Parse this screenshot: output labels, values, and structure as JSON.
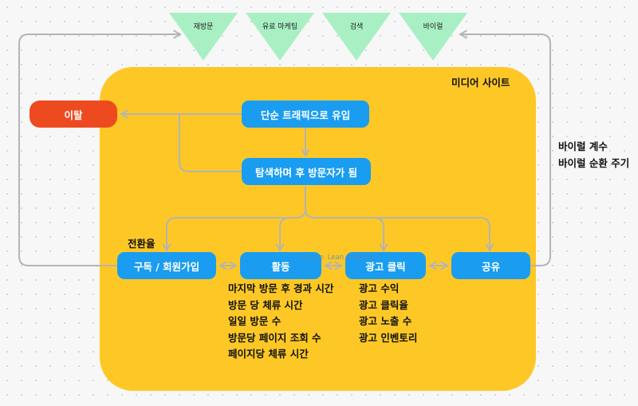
{
  "channels": [
    "재방문",
    "유료 마케팅",
    "검색",
    "바이럴"
  ],
  "site_label": "미디어 사이트",
  "viral_labels": [
    "바이럴 계수",
    "바이럴 순환 주기"
  ],
  "churn_label": "이탈",
  "traffic_label": "단순 트래픽으로 유입",
  "visitor_label": "탐색하며 후 방문자가 됨",
  "conversion_label": "전환율",
  "actions": [
    "구독 / 회원가입",
    "활동",
    "광고 클릭",
    "공유"
  ],
  "activity_metrics": [
    "마지막 방문 후 경과 시간",
    "방문 당 체류 시간",
    "일일 방문 수",
    "방문당 페이지 조회 수",
    "페이지당 체류 시간"
  ],
  "ad_metrics": [
    "광고 수익",
    "광고 클릭율",
    "광고 노출 수",
    "광고 인벤토리"
  ],
  "watermark": "Source: Lean Analytics",
  "colors": {
    "panel": "#fdc826",
    "node": "#1a9df0",
    "churn": "#ee4a1f",
    "channel": "#a8f0c4",
    "connector": "#b4b4b4"
  }
}
